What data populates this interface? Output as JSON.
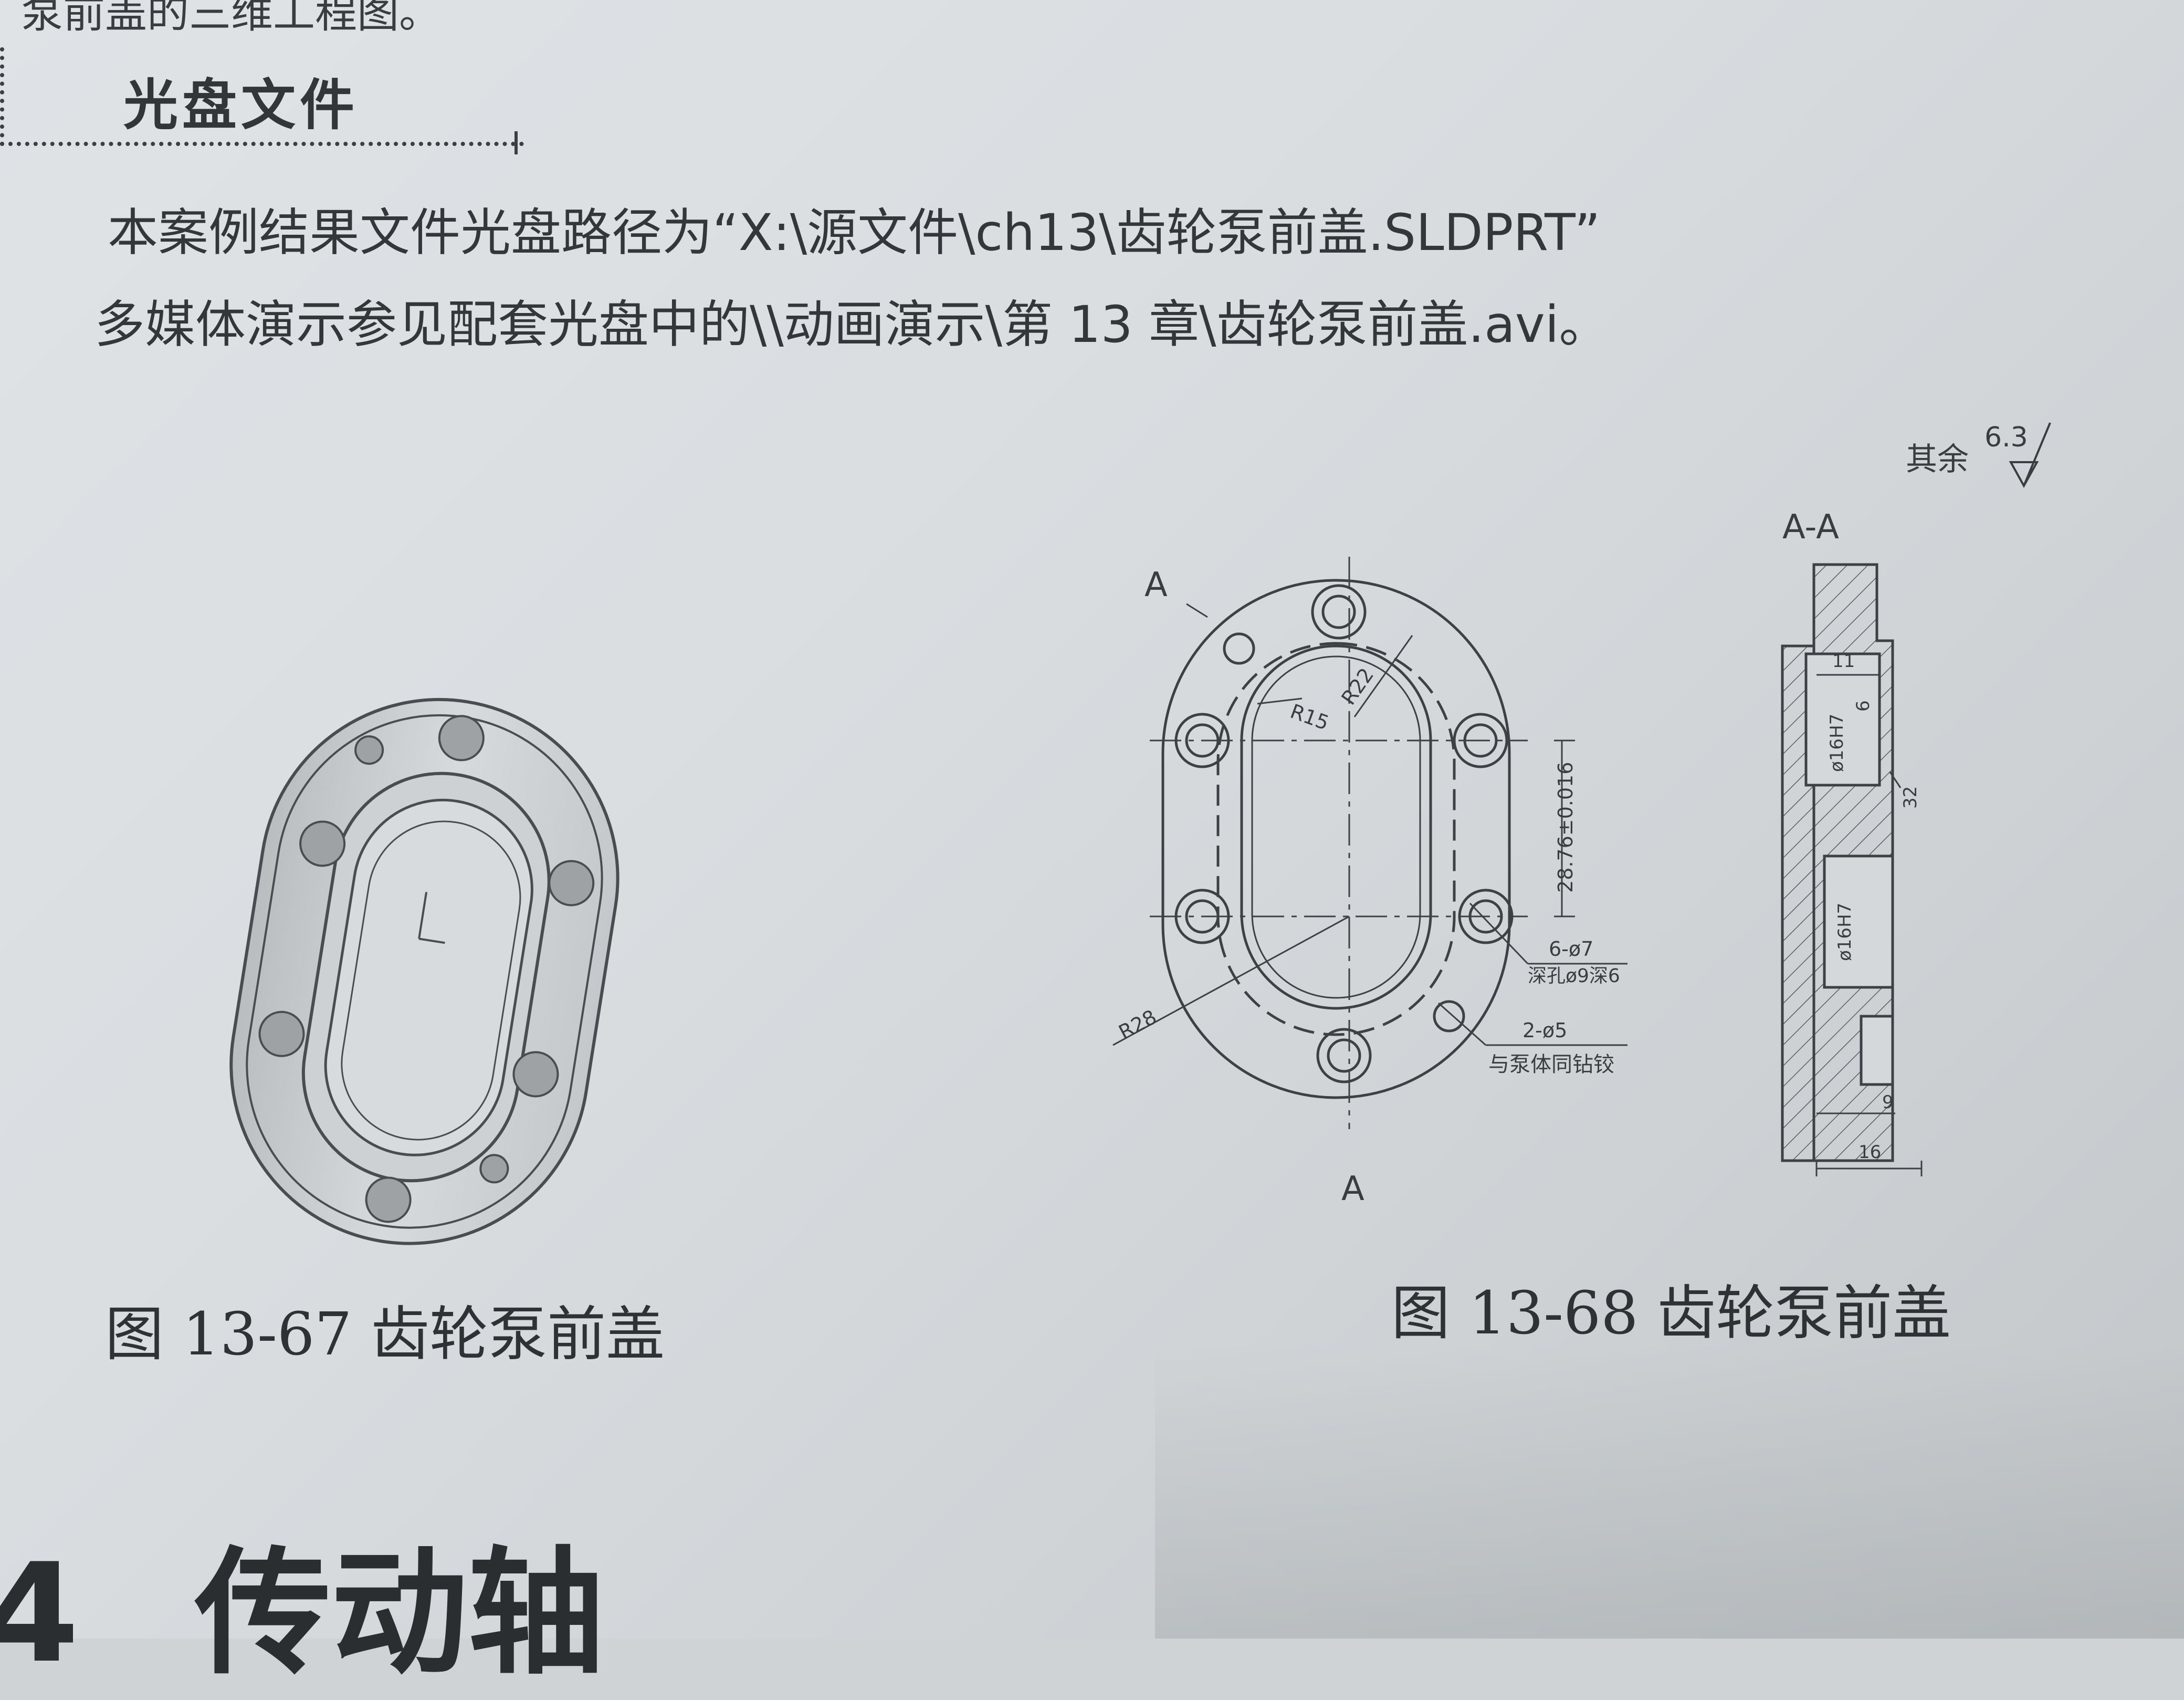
{
  "header_fragment": "泵前盖的三维工程图。",
  "section_title": "光盘文件",
  "body": {
    "line1": "本案例结果文件光盘路径为“X:\\源文件\\ch13\\齿轮泵前盖.SLDPRT”",
    "line2": "多媒体演示参见配套光盘中的\\\\动画演示\\第 13 章\\齿轮泵前盖.avi。"
  },
  "figure_67": {
    "caption": "图 13-67    齿轮泵前盖"
  },
  "figure_68": {
    "caption": "图 13-68    齿轮泵前盖",
    "roughness_note": "其余",
    "roughness_value": "6.3",
    "section_mark": "A",
    "section_view_label": "A-A",
    "dims": {
      "r15": "R15",
      "r22": "R22",
      "r28": "R28",
      "center_distance": "28.76±0.016",
      "holes6": "6-ø7",
      "holes6_note": "深孔ø9深6",
      "holes2": "2-ø5",
      "holes2_note": "与泵体同钻铰",
      "bore_upper": "ø16H7",
      "bore_lower": "ø16H7",
      "dim_11": "11",
      "dim_6": "6",
      "dim_32": "32",
      "dim_9": "9",
      "dim_16": "16"
    }
  },
  "chapter": {
    "number": "4",
    "title": "传动轴"
  }
}
